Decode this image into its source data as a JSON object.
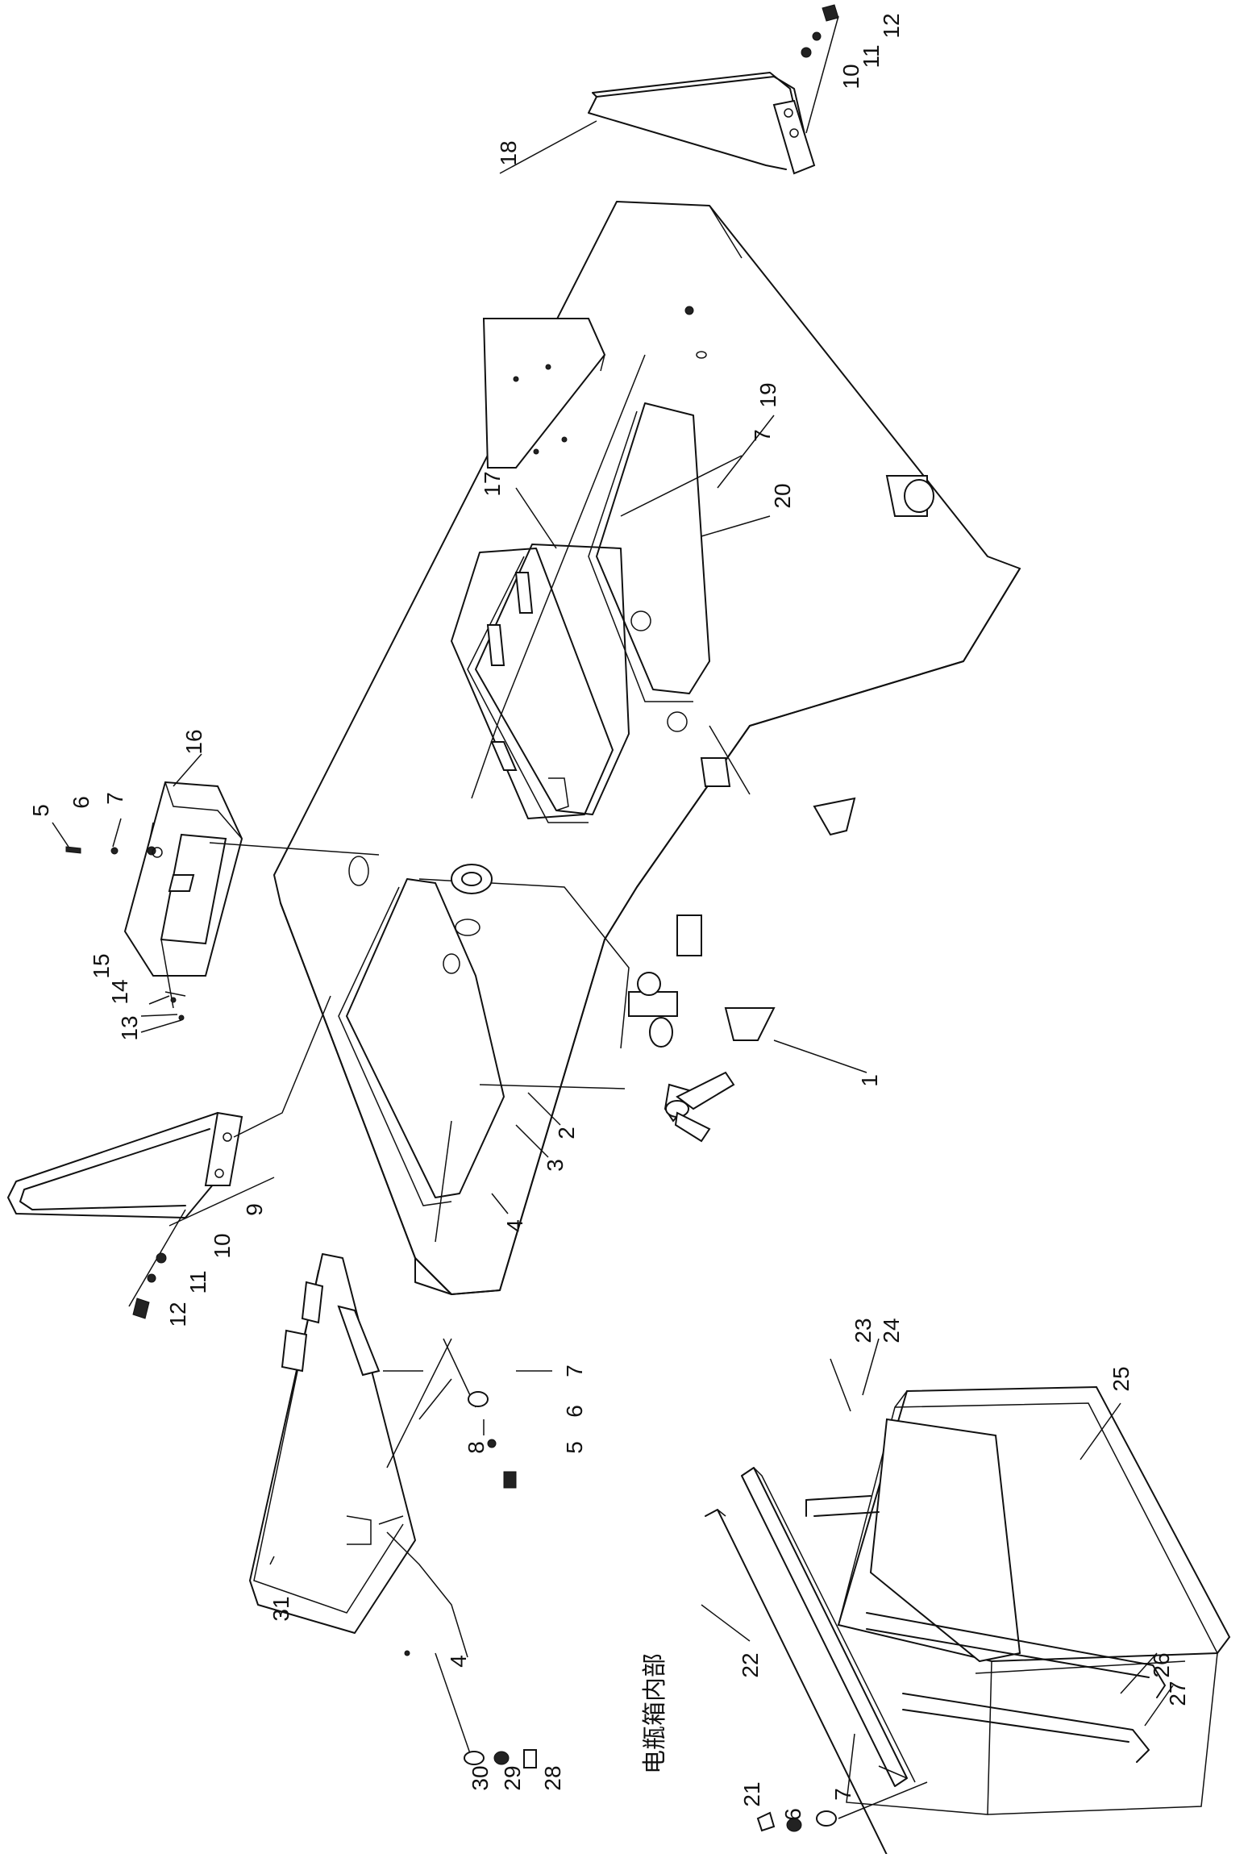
{
  "drawing": {
    "note": "电瓶箱内部",
    "callouts": [
      "1",
      "2",
      "3",
      "4",
      "4",
      "5",
      "5",
      "6",
      "6",
      "6",
      "7",
      "7",
      "7",
      "7",
      "8",
      "9",
      "10",
      "10",
      "11",
      "11",
      "12",
      "12",
      "13",
      "14",
      "15",
      "16",
      "17",
      "18",
      "19",
      "20",
      "21",
      "22",
      "23",
      "24",
      "25",
      "26",
      "27",
      "28",
      "29",
      "30",
      "31"
    ]
  }
}
